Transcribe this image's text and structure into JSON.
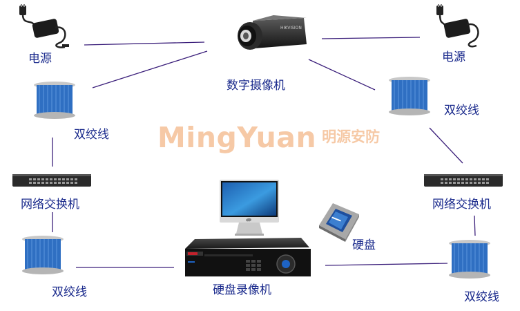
{
  "labels": {
    "power_left": "电源",
    "power_right": "电源",
    "camera": "数字摄像机",
    "cable_top_left": "双绞线",
    "cable_top_right": "双绞线",
    "switch_left": "网络交换机",
    "switch_right": "网络交换机",
    "cable_bottom_left": "双绞线",
    "cable_bottom_right": "双绞线",
    "dvr": "硬盘录像机",
    "hdd": "硬盘"
  },
  "watermark": {
    "brand": "MingYuan",
    "brand_cn": "明源安防"
  },
  "colors": {
    "line": "#3a1e7a",
    "label": "#1a2a8c",
    "cable": "#2f6fc2",
    "watermark": "#f6c9a6"
  }
}
